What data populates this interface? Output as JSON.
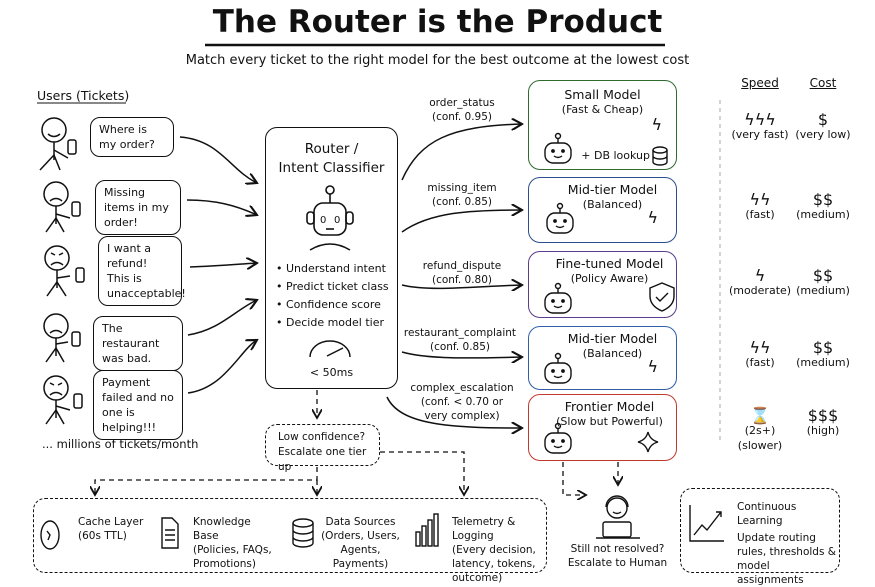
{
  "title": "The Router is the Product",
  "subtitle": "Match every ticket to the right model for the best outcome at the lowest cost",
  "users": {
    "heading": "Users (Tickets)",
    "tickets": [
      {
        "text": "Where is my order?",
        "mood": "happy"
      },
      {
        "text": "Missing items in my order!",
        "mood": "sad"
      },
      {
        "text": "I want a refund! This is unacceptable!",
        "mood": "angry"
      },
      {
        "text": "The restaurant was bad.",
        "mood": "sad"
      },
      {
        "text": "Payment failed and no one is helping!!!",
        "mood": "angry"
      }
    ],
    "footer": "... millions of tickets/month"
  },
  "router": {
    "title_line1": "Router /",
    "title_line2": "Intent Classifier",
    "bullets": [
      "Understand intent",
      "Predict ticket class",
      "Confidence score",
      "Decide model tier"
    ],
    "latency": "< 50ms",
    "icons": [
      "robot-icon",
      "speedometer-icon"
    ]
  },
  "low_confidence": {
    "line1": "Low confidence?",
    "line2": "Escalate one tier up"
  },
  "routes": [
    {
      "intent": "order_status",
      "conf": "(conf. 0.95)"
    },
    {
      "intent": "missing_item",
      "conf": "(conf. 0.85)"
    },
    {
      "intent": "refund_dispute",
      "conf": "(conf. 0.80)"
    },
    {
      "intent": "restaurant_complaint",
      "conf": "(conf. 0.85)"
    },
    {
      "intent": "complex_escalation",
      "conf": "(conf. < 0.70 or",
      "conf2": "very complex)"
    }
  ],
  "models": [
    {
      "name": "Small Model",
      "desc": "(Fast & Cheap)",
      "extra": "+ DB lookup",
      "color": "#2f6a2f",
      "icon": "lightning-icon"
    },
    {
      "name": "Mid-tier Model",
      "desc": "(Balanced)",
      "color": "#2c4e8c",
      "icon": "lightning-icon"
    },
    {
      "name": "Fine-tuned Model",
      "desc": "(Policy Aware)",
      "color": "#5a3d8c",
      "icon": "shield-check-icon"
    },
    {
      "name": "Mid-tier Model",
      "desc": "(Balanced)",
      "color": "#2f5fa8",
      "icon": "lightning-icon"
    },
    {
      "name": "Frontier Model",
      "desc": "(Slow but Powerful)",
      "color": "#c0392b",
      "icon": "sparkle-icon"
    }
  ],
  "table": {
    "speed_header": "Speed",
    "cost_header": "Cost",
    "rows": [
      {
        "speed_icon": "ϟϟϟ",
        "speed": "(very fast)",
        "cost_icon": "$",
        "cost": "(very low)"
      },
      {
        "speed_icon": "ϟϟ",
        "speed": "(fast)",
        "cost_icon": "$$",
        "cost": "(medium)"
      },
      {
        "speed_icon": "ϟ",
        "speed": "(moderate)",
        "cost_icon": "$$",
        "cost": "(medium)"
      },
      {
        "speed_icon": "ϟϟ",
        "speed": "(fast)",
        "cost_icon": "$$",
        "cost": "(medium)"
      },
      {
        "speed_icon": "⌛",
        "speed": "(2s+)",
        "speed2": "(slower)",
        "cost_icon": "$$$",
        "cost": "(high)"
      }
    ]
  },
  "infra": [
    {
      "title": "Cache Layer",
      "desc": "(60s TTL)",
      "icon": "cache-refresh-icon"
    },
    {
      "title": "Knowledge Base",
      "desc": "(Policies, FAQs, Promotions)",
      "icon": "document-icon"
    },
    {
      "title": "Data Sources",
      "desc": "(Orders, Users, Agents, Payments)",
      "icon": "database-icon"
    },
    {
      "title": "Telemetry & Logging",
      "desc": "(Every decision, latency, tokens, outcome)",
      "icon": "bar-chart-icon"
    }
  ],
  "human": {
    "line1": "Still not resolved?",
    "line2": "Escalate to Human"
  },
  "learning": {
    "title": "Continuous Learning",
    "desc": "Update routing rules, thresholds & model assignments"
  }
}
